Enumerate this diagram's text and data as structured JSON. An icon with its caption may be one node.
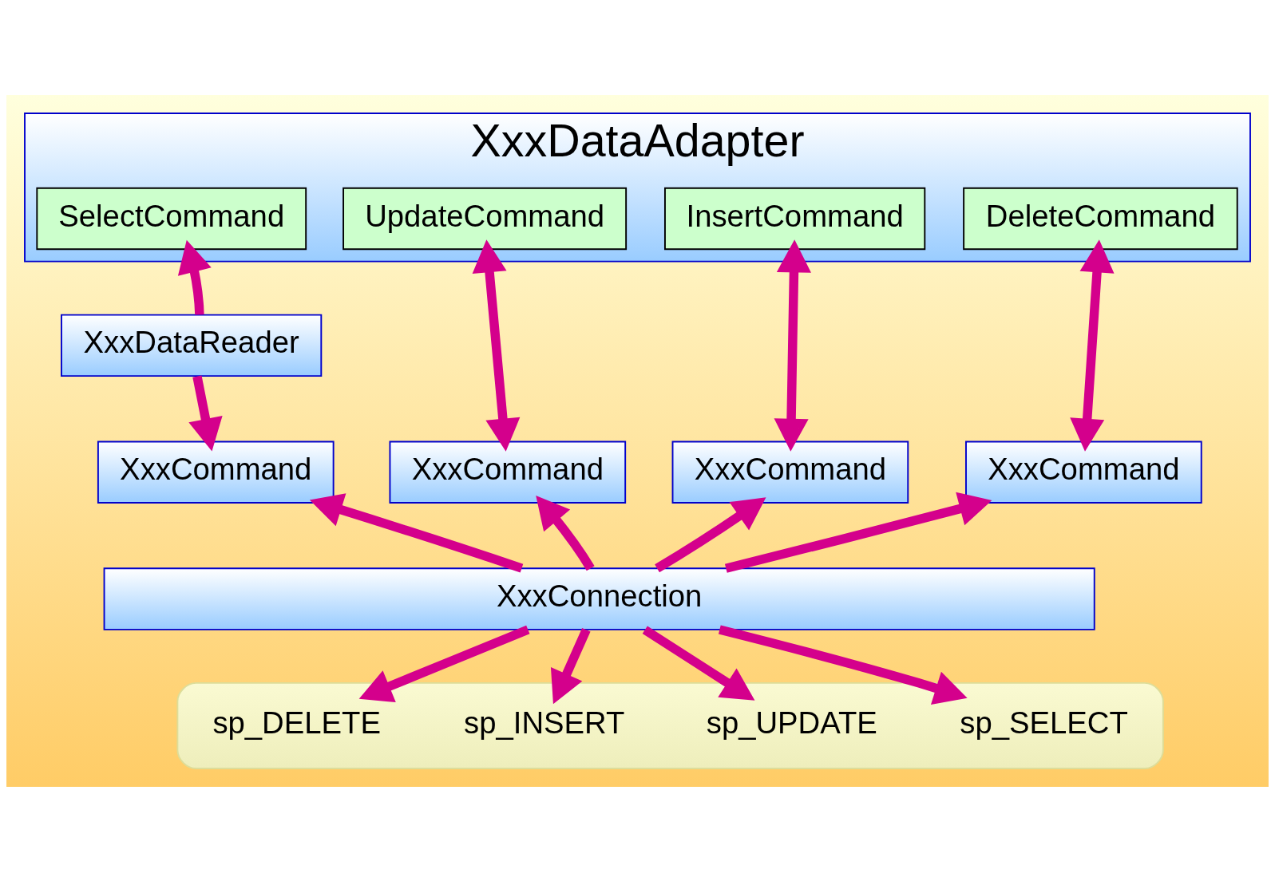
{
  "diagram": {
    "nodes": [
      {
        "text": [
          "XxxDataAdapter"
        ]
      },
      {
        "text": [
          "SelectCommand"
        ],
        "in": 0
      },
      {
        "text": [
          "UpdateCommand"
        ],
        "in": 0
      },
      {
        "text": [
          "InsertCommand"
        ],
        "in": 0
      },
      {
        "text": [
          "DeleteCommand"
        ],
        "in": 0
      },
      {
        "text": [
          "XxxDataReader"
        ]
      },
      {
        "text": [
          "XxxCommand"
        ]
      },
      {
        "text": [
          "XxxCommand"
        ]
      },
      {
        "text": [
          "XxxCommand"
        ]
      },
      {
        "text": [
          "XxxCommand"
        ]
      },
      {
        "text": [
          "XxxConnection"
        ]
      },
      {
        "text": [],
        "shape": "cylinder"
      },
      {
        "text": [
          "sp_SELECT"
        ],
        "in": 11
      },
      {
        "text": [
          "sp_UPDATE"
        ],
        "in": 11
      },
      {
        "text": [
          "sp_INSERT"
        ],
        "in": 11
      },
      {
        "text": [
          "sp_DELETE"
        ],
        "in": 11
      }
    ],
    "edges": [
      {
        "from": 5,
        "to": 1,
        "arrow": "to"
      },
      {
        "from": 5,
        "to": 6,
        "arrow": "to"
      },
      {
        "from": 2,
        "to": 7,
        "arrow": "both"
      },
      {
        "from": 3,
        "to": 8,
        "arrow": "both"
      },
      {
        "from": 4,
        "to": 9,
        "arrow": "both"
      },
      {
        "from": 10,
        "to": 6,
        "arrow": "to"
      },
      {
        "from": 10,
        "to": 7,
        "arrow": "to"
      },
      {
        "from": 10,
        "to": 8,
        "arrow": "to"
      },
      {
        "from": 10,
        "to": 9,
        "arrow": "to"
      },
      {
        "from": 10,
        "to": 12,
        "arrow": "to"
      },
      {
        "from": 10,
        "to": 13,
        "arrow": "to"
      },
      {
        "from": 10,
        "to": 14,
        "arrow": "to"
      },
      {
        "from": 10,
        "to": 15,
        "arrow": "to"
      }
    ]
  }
}
